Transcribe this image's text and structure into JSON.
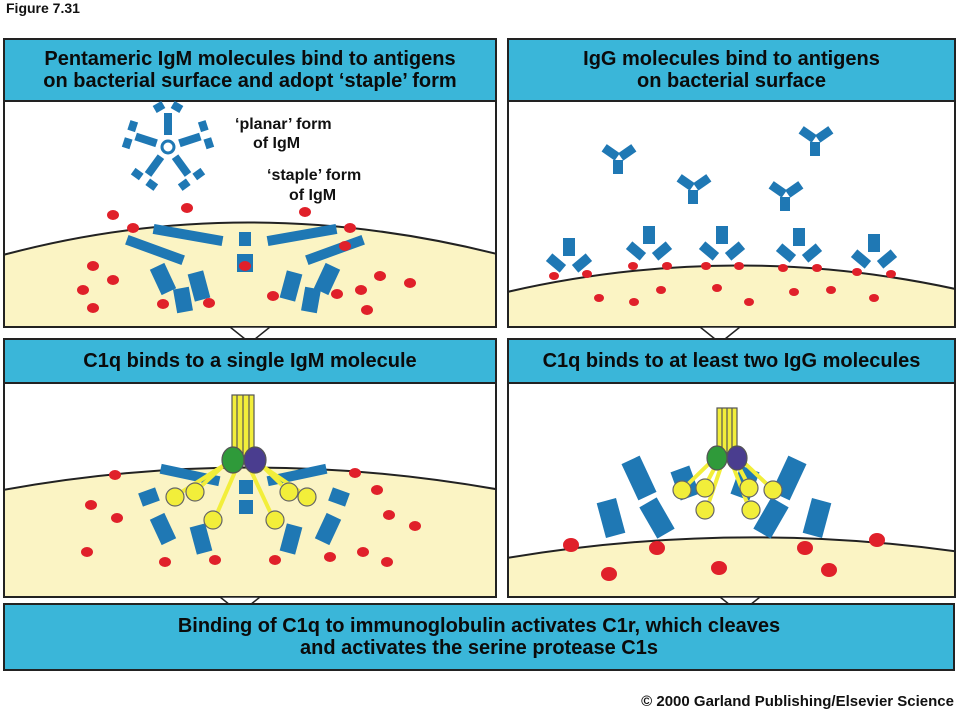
{
  "figure_label": "Figure 7.31",
  "panels": {
    "igm_bind": {
      "title_line1": "Pentameric IgM molecules bind to antigens",
      "title_line2": "on bacterial surface and adopt ‘staple’ form",
      "label_planar_1": "‘planar’ form",
      "label_planar_2": "of IgM",
      "label_staple_1": "‘staple’ form",
      "label_staple_2": "of IgM"
    },
    "igg_bind": {
      "title_line1": "IgG molecules bind to antigens",
      "title_line2": "on bacterial surface"
    },
    "c1q_igm": {
      "title": "C1q binds to a single IgM molecule"
    },
    "c1q_igg": {
      "title": "C1q binds to at least two IgG molecules"
    }
  },
  "bottom": {
    "line1": "Binding of C1q to immunoglobulin activates C1r, which cleaves",
    "line2": "and activates the serine protease C1s"
  },
  "copyright": "© 2000 Garland Publishing/Elsevier Science",
  "colors": {
    "header_blue": "#3ab6d9",
    "antibody_blue": "#1f78b4",
    "antigen_red": "#e0202a",
    "surface_cream": "#fbf4c4",
    "c1q_yellow": "#f2ee3a",
    "c1r_green": "#2f9a3a",
    "c1s_purple": "#4a3d8f"
  }
}
